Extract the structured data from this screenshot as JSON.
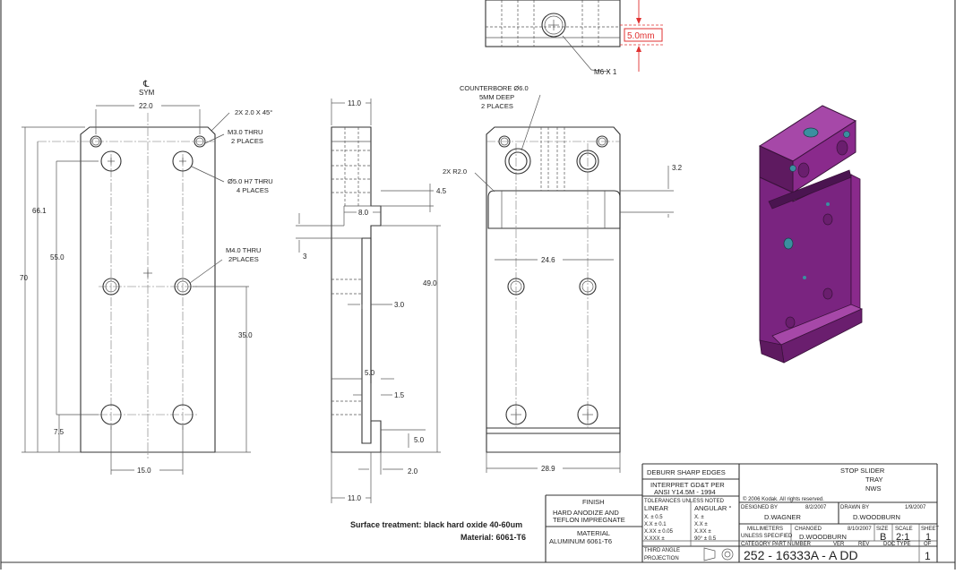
{
  "top_view": {
    "callout_hole": "M6 X 1",
    "callout_depth": "5.0mm"
  },
  "front_view": {
    "sym_mark": "℄",
    "sym_label": "SYM",
    "dim_top_width": "22.0",
    "chamfer_note": "2X  2.0 X 45°",
    "m3_note_1": "M3.0 THRU",
    "m3_note_2": "2 PLACES",
    "dowel_note_1": "Ø5.0 H7 THRU",
    "dowel_note_2": "4 PLACES",
    "m4_note_1": "M4.0 THRU",
    "m4_note_2": "2PLACES",
    "dim_661": "66.1",
    "dim_550": "55.0",
    "dim_70": "70",
    "dim_350": "35.0",
    "dim_75": "7.5",
    "dim_150": "15.0"
  },
  "side_view": {
    "dim_110_top": "11.0",
    "dim_45": "4.5",
    "dim_80": "8.0",
    "dim_3": "3",
    "dim_490": "49.0",
    "dim_30": "3.0",
    "dim_50a": "5.0",
    "dim_15": "1.5",
    "dim_50b": "5.0",
    "dim_20": "2.0",
    "dim_110_bottom": "11.0"
  },
  "back_view": {
    "cbore_1": "COUNTERBORE Ø6.0",
    "cbore_2": "5MM DEEP",
    "cbore_3": "2 PLACES",
    "radius_note": "2X R2.0",
    "dim_32": "3.2",
    "dim_246": "24.6",
    "dim_289": "28.9"
  },
  "notes": {
    "surface": "Surface treatment: black hard oxide 40-60um",
    "material": "Material: 6061-T6"
  },
  "title_block": {
    "deburr": "DEBURR  SHARP EDGES",
    "interpret_1": "INTERPRET  GD&T PER",
    "interpret_2": "ANSI  Y14.5M - 1994",
    "tol_head": "TOLERANCES UNLESS NOTED",
    "linear": "LINEAR",
    "angular": "ANGULAR °",
    "lin_rows": [
      "X.     ± 0.5",
      "X.X    ± 0.1",
      "X.XX  ± 0.05",
      "X.XXX ±"
    ],
    "ang_rows": [
      "X.    ±",
      "X.X   ±",
      "X.XX ±",
      "90°  ± 0.5"
    ],
    "projection_1": "THIRD ANGLE",
    "projection_2": "PROJECTION",
    "finish_head": "FINISH",
    "finish_1": "HARD ANODIZE AND",
    "finish_2": "TEFLON IMPREGNATE",
    "material_head": "MATERIAL",
    "material_val": "ALUMINUM  6061-T6",
    "copyright": "© 2006 Kodak. All rights reserved.",
    "designed_by_label": "DESIGNED BY",
    "designed_date": "8/2/2007",
    "designed_name": "D.WAGNER",
    "drawn_by_label": "DRAWN BY",
    "drawn_date": "1/9/2007",
    "drawn_name": "D.WOODBURN",
    "units_1": "MILLIMETERS",
    "units_2": "UNLESS SPECIFIED",
    "changed_label": "CHANGED",
    "changed_date": "8/10/2007",
    "changed_name": "D.WOODBURN",
    "size_label": "SIZE",
    "size_val": "B",
    "scale_label": "SCALE",
    "scale_val": "2:1",
    "sheet_label": "SHEET",
    "sheet_val": "1",
    "category_label": "CATEGORY",
    "part_label": "PART NUMBER",
    "ver_label": "VER",
    "rev_label": "REV",
    "doctype_label": "DOC TYPE",
    "of_label": "OF",
    "part_line": "252 - 16333A - A   DD",
    "of_val": "1",
    "title_1": "STOP SLIDER",
    "title_2": "TRAY",
    "title_3": "NWS"
  },
  "colors": {
    "part_purple": "#8a2a8c",
    "part_purple_light": "#a648a8",
    "part_purple_dark": "#5e1a60",
    "hole_teal": "#3a8fa0",
    "callout_red": "#e03030"
  }
}
